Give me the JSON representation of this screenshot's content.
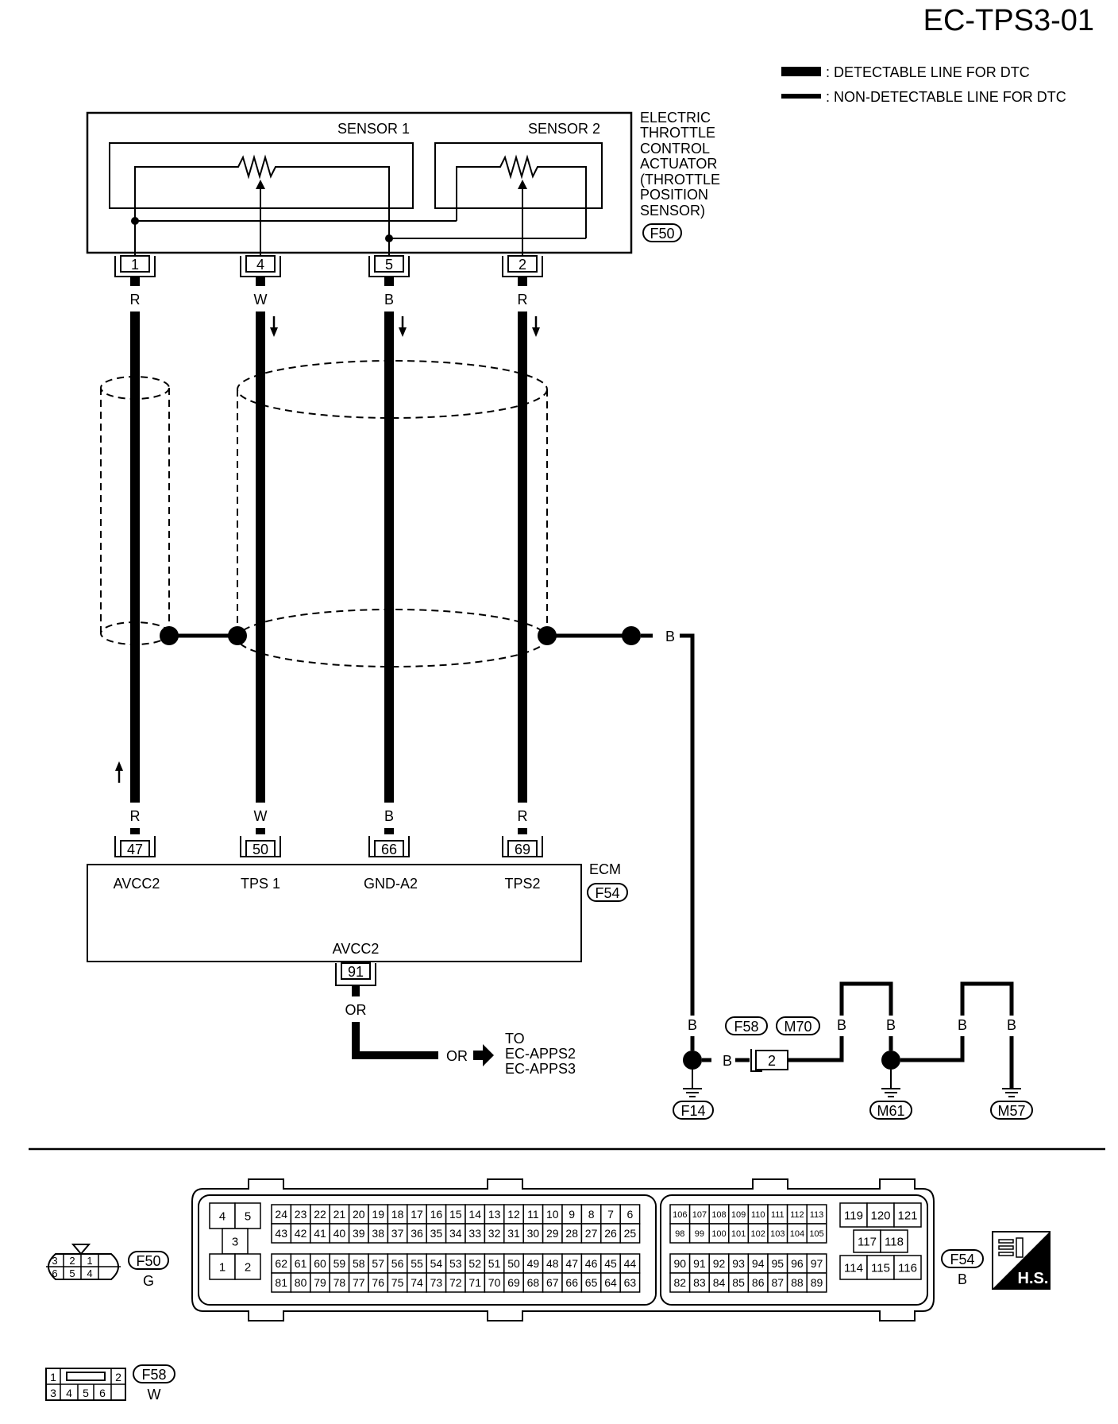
{
  "title": "EC-TPS3-01",
  "legend": {
    "detectable": ": DETECTABLE LINE FOR DTC",
    "non_detectable": ": NON-DETECTABLE LINE FOR DTC"
  },
  "actuator": {
    "name_lines": [
      "ELECTRIC",
      "THROTTLE",
      "CONTROL",
      "ACTUATOR",
      "(THROTTLE",
      "POSITION",
      "SENSOR)"
    ],
    "connector": "F50",
    "sensor1": "SENSOR 1",
    "sensor2": "SENSOR 2",
    "pins": [
      "1",
      "4",
      "5",
      "2"
    ]
  },
  "wires": [
    {
      "top_color": "R",
      "bottom_color": "R"
    },
    {
      "top_color": "W",
      "bottom_color": "W"
    },
    {
      "top_color": "B",
      "bottom_color": "B"
    },
    {
      "top_color": "R",
      "bottom_color": "R"
    }
  ],
  "shield_ground_color": "B",
  "ecm": {
    "name": "ECM",
    "connector": "F54",
    "pins": [
      "47",
      "50",
      "66",
      "69"
    ],
    "signals": [
      "AVCC2",
      "TPS 1",
      "GND-A2",
      "TPS2"
    ],
    "bottom_signal": "AVCC2",
    "bottom_pin": "91",
    "bottom_wire_color": "OR",
    "out_wire_color": "OR",
    "to_lines": [
      "TO",
      "EC-APPS2",
      "EC-APPS3"
    ]
  },
  "ground": {
    "wire_colors": [
      "B",
      "B",
      "B",
      "B",
      "B",
      "B",
      "B"
    ],
    "joint_connectors": [
      "F58",
      "M70"
    ],
    "joint_pin": "2",
    "grounds": [
      "F14",
      "M61",
      "M57"
    ]
  },
  "connector_views": {
    "f50": {
      "name": "F50",
      "color": "G",
      "top_row": [
        "3",
        "2",
        "1"
      ],
      "bottom_row": [
        "6",
        "5",
        "4"
      ]
    },
    "f54": {
      "name": "F54",
      "color": "B",
      "left_block": [
        "4",
        "5",
        "3",
        "1",
        "2"
      ],
      "row1": [
        "24",
        "23",
        "22",
        "21",
        "20",
        "19",
        "18",
        "17",
        "16",
        "15",
        "14",
        "13",
        "12",
        "11",
        "10",
        "9",
        "8",
        "7",
        "6"
      ],
      "row2": [
        "43",
        "42",
        "41",
        "40",
        "39",
        "38",
        "37",
        "36",
        "35",
        "34",
        "33",
        "32",
        "31",
        "30",
        "29",
        "28",
        "27",
        "26",
        "25"
      ],
      "row3": [
        "62",
        "61",
        "60",
        "59",
        "58",
        "57",
        "56",
        "55",
        "54",
        "53",
        "52",
        "51",
        "50",
        "49",
        "48",
        "47",
        "46",
        "45",
        "44"
      ],
      "row4": [
        "81",
        "80",
        "79",
        "78",
        "77",
        "76",
        "75",
        "74",
        "73",
        "72",
        "71",
        "70",
        "69",
        "68",
        "67",
        "66",
        "65",
        "64",
        "63"
      ],
      "mid_row1": [
        "106",
        "107",
        "108",
        "109",
        "110",
        "111",
        "112",
        "113"
      ],
      "mid_row2": [
        "98",
        "99",
        "100",
        "101",
        "102",
        "103",
        "104",
        "105"
      ],
      "mid_row3": [
        "90",
        "91",
        "92",
        "93",
        "94",
        "95",
        "96",
        "97"
      ],
      "mid_row4": [
        "82",
        "83",
        "84",
        "85",
        "86",
        "87",
        "88",
        "89"
      ],
      "right_top": [
        "119",
        "120",
        "121"
      ],
      "right_mid": [
        "117",
        "118"
      ],
      "right_bottom": [
        "114",
        "115",
        "116"
      ]
    },
    "f58": {
      "name": "F58",
      "color": "W",
      "top": [
        "1",
        "2"
      ],
      "bottom": [
        "3",
        "4",
        "5",
        "6"
      ]
    }
  },
  "hs_badge": "H.S."
}
